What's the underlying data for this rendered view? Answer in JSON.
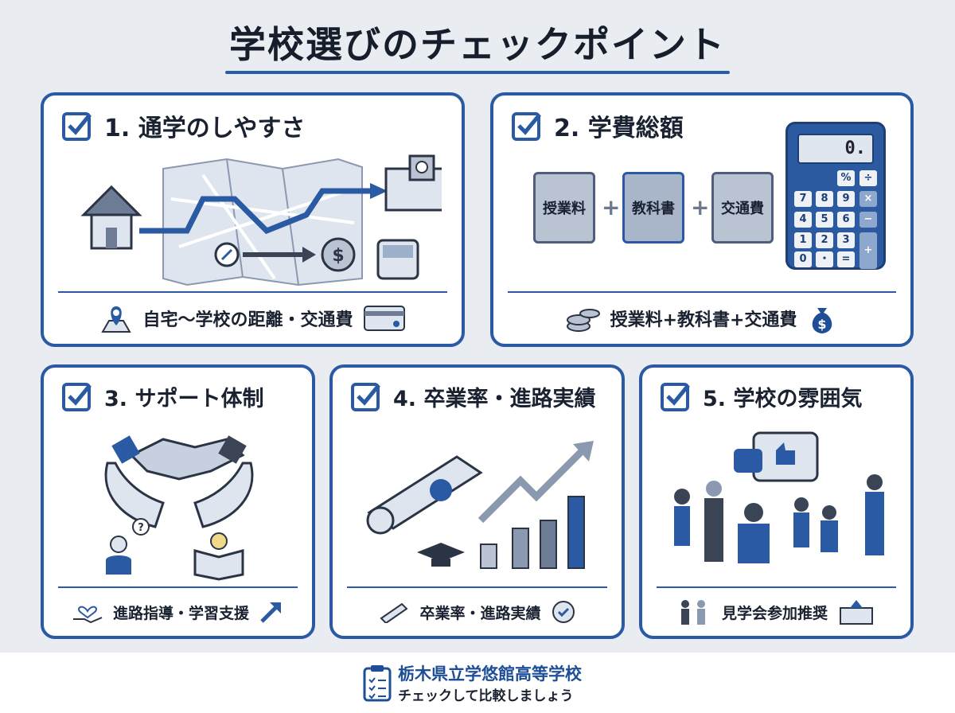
{
  "title": "学校選びのチェックポイント",
  "cards": [
    {
      "heading": "1. 通学のしやすさ",
      "footer": "自宅〜学校の距離・交通費"
    },
    {
      "heading": "2. 学費総額",
      "fees": [
        "授業料",
        "教科書",
        "交通費"
      ],
      "plus": "+",
      "footer": "授業料+教科書+交通費"
    },
    {
      "heading": "3. サポート体制",
      "footer": "進路指導・学習支援"
    },
    {
      "heading": "4. 卒業率・進路実績",
      "footer": "卒業率・進路実績"
    },
    {
      "heading": "5. 学校の雰囲気",
      "footer": "見学会参加推奨"
    }
  ],
  "calculator": {
    "display": "0.",
    "keys": [
      "%",
      "÷",
      "7",
      "8",
      "9",
      "×",
      "4",
      "5",
      "6",
      "−",
      "1",
      "2",
      "3",
      "+",
      "0",
      "・",
      "="
    ]
  },
  "footer": {
    "school": "栃木県立学悠館高等学校",
    "tagline": "チェックして比較しましょう"
  },
  "colors": {
    "accent": "#2a5aa3",
    "background": "#e9ecf1"
  }
}
